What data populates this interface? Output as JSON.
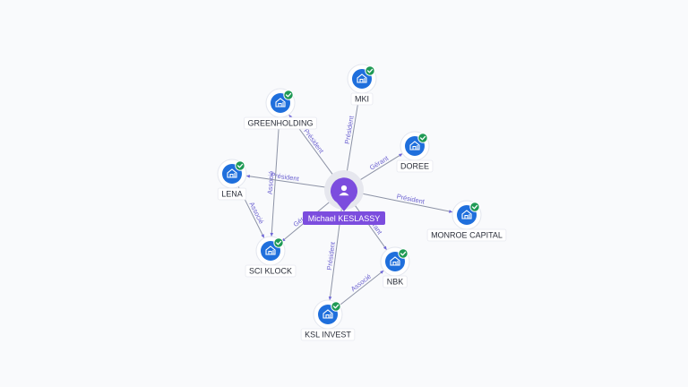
{
  "center": {
    "name": "Michael KESLASSY",
    "icon": "person-icon",
    "color": "#7c4dde"
  },
  "entity_icon": "building-icon",
  "status_icon": "check-badge-icon",
  "nodes": [
    {
      "id": "mki",
      "name": "MKI"
    },
    {
      "id": "greenholding",
      "name": "GREENHOLDING"
    },
    {
      "id": "doree",
      "name": "DOREE"
    },
    {
      "id": "lena",
      "name": "LENA"
    },
    {
      "id": "monroe",
      "name": "MONROE CAPITAL"
    },
    {
      "id": "sciklock",
      "name": "SCI KLOCK"
    },
    {
      "id": "nbk",
      "name": "NBK"
    },
    {
      "id": "kslinvest",
      "name": "KSL INVEST"
    }
  ],
  "edges": [
    {
      "from": "center",
      "to": "mki",
      "label": "Président"
    },
    {
      "from": "center",
      "to": "greenholding",
      "label": "Président"
    },
    {
      "from": "center",
      "to": "doree",
      "label": "Gérant"
    },
    {
      "from": "center",
      "to": "lena",
      "label": "Président"
    },
    {
      "from": "center",
      "to": "monroe",
      "label": "Président"
    },
    {
      "from": "center",
      "to": "sciklock",
      "label": "Gérant"
    },
    {
      "from": "center",
      "to": "nbk",
      "label": "Gérant"
    },
    {
      "from": "center",
      "to": "kslinvest",
      "label": "Président"
    },
    {
      "from": "greenholding",
      "to": "sciklock",
      "label": "Associé"
    },
    {
      "from": "kslinvest",
      "to": "nbk",
      "label": "Associé"
    },
    {
      "from": "lena",
      "to": "sciklock",
      "label": "Associé"
    }
  ],
  "colors": {
    "entity": "#1f6fdc",
    "verified": "#1f9a55",
    "relation_label": "#6d63d1",
    "edge": "#8d93a6"
  }
}
